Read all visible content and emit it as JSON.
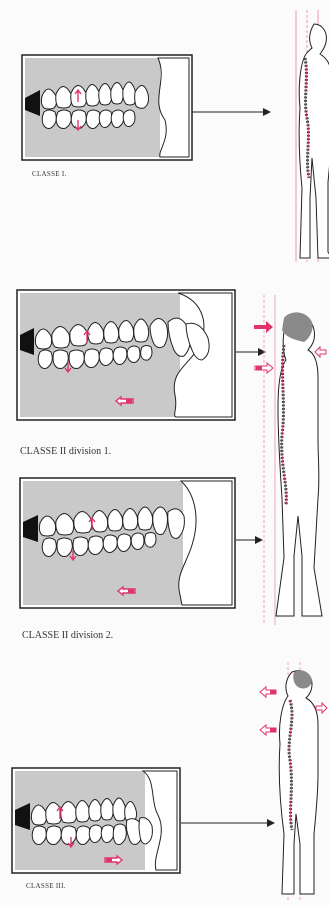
{
  "captions": {
    "class1": "CLASSE I.",
    "class2_div1": "CLASSE II division 1.",
    "class2_div2": "CLASSE II division 2.",
    "class3": "CLASSE III."
  },
  "colors": {
    "accent_red": "#e0356a",
    "outline": "#222222",
    "gum_gray": "#c8c8c8",
    "guide_line": "#f07aa0"
  }
}
